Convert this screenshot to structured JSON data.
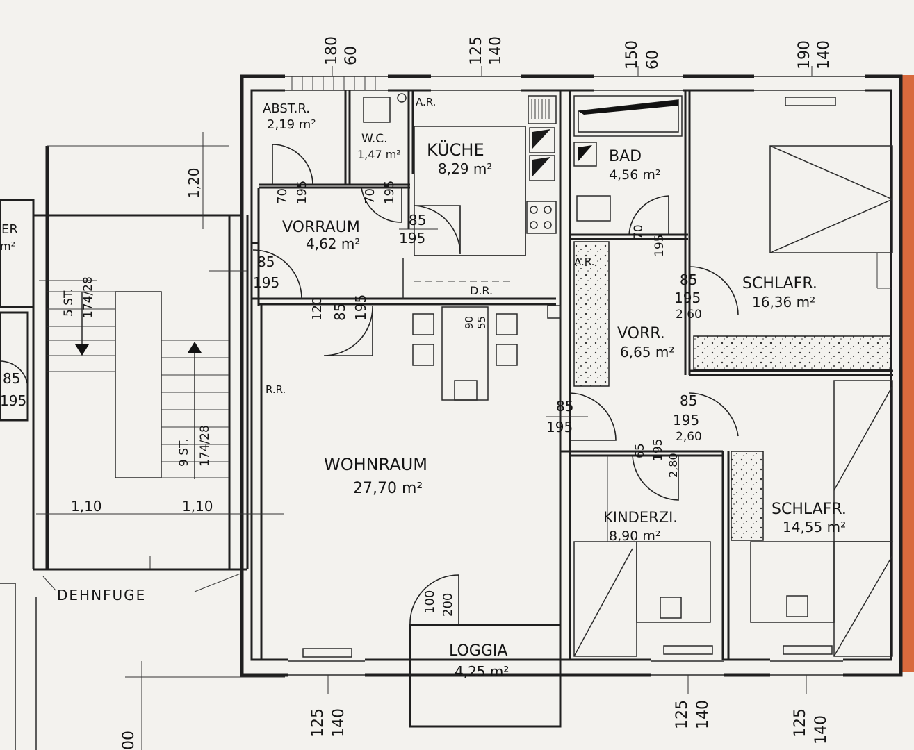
{
  "rooms": {
    "abstr": {
      "name": "ABST.R.",
      "area": "2,19 m²"
    },
    "wc": {
      "name": "W.C.",
      "area": "1,47 m²"
    },
    "kueche": {
      "name": "KÜCHE",
      "area": "8,29 m²"
    },
    "bad": {
      "name": "BAD",
      "area": "4,56 m²"
    },
    "vorraum": {
      "name": "VORRAUM",
      "area": "4,62 m²"
    },
    "wohnraum": {
      "name": "WOHNRAUM",
      "area": "27,70 m²"
    },
    "loggia": {
      "name": "LOGGIA",
      "area": "4,25 m²"
    },
    "vorr": {
      "name": "VORR.",
      "area": "6,65 m²"
    },
    "schlafr1": {
      "name": "SCHLAFR.",
      "area": "16,36 m²"
    },
    "schlafr2": {
      "name": "SCHLAFR.",
      "area": "14,55 m²"
    },
    "kinderzi": {
      "name": "KINDERZI.",
      "area": "8,90 m²"
    },
    "left_partial": {
      "name": "ER",
      "area": "m²"
    }
  },
  "markers": {
    "ar_kitchen": "A.R.",
    "ar_hall": "A.R.",
    "dr": "D.R.",
    "rr": "R.R.",
    "dehnfuge": "DEHNFUGE"
  },
  "windows_top": [
    {
      "w": "180",
      "h": "60"
    },
    {
      "w": "125",
      "h": "140"
    },
    {
      "w": "150",
      "h": "60"
    },
    {
      "w": "190",
      "h": "140"
    }
  ],
  "windows_bottom": [
    {
      "w": "125",
      "h": "140"
    },
    {
      "w": "125",
      "h": "140"
    },
    {
      "w": "125",
      "h": "140"
    }
  ],
  "doors": {
    "abstr": {
      "w": "70",
      "h": "195"
    },
    "wc": {
      "w": "70",
      "h": "195"
    },
    "kueche": {
      "w": "85",
      "h": "195"
    },
    "entry": {
      "w": "85",
      "h": "195"
    },
    "wohn": {
      "w": "85",
      "h": "195",
      "extra": "120"
    },
    "bad": {
      "w": "70",
      "h": "195"
    },
    "schlafr1": {
      "w": "85",
      "h": "195",
      "extra": "2,60"
    },
    "schlafr2": {
      "w": "85",
      "h": "195",
      "extra": "2,60"
    },
    "vorr_wohn": {
      "w": "85",
      "h": "195"
    },
    "kinder": {
      "w": "65",
      "h": "195",
      "extra": "2,80"
    },
    "loggia": {
      "w": "100",
      "h": "200"
    },
    "left": {
      "w": "85",
      "h": "195"
    }
  },
  "table": {
    "w": "90",
    "h": "55"
  },
  "stairs": {
    "flight1": {
      "count": "5 ST.",
      "rise": "174/28"
    },
    "flight2": {
      "count": "9 ST.",
      "rise": "174/28"
    },
    "width_left": "1,10",
    "width_right": "1,10",
    "landing": "1,20"
  },
  "bottom_dim": "00"
}
